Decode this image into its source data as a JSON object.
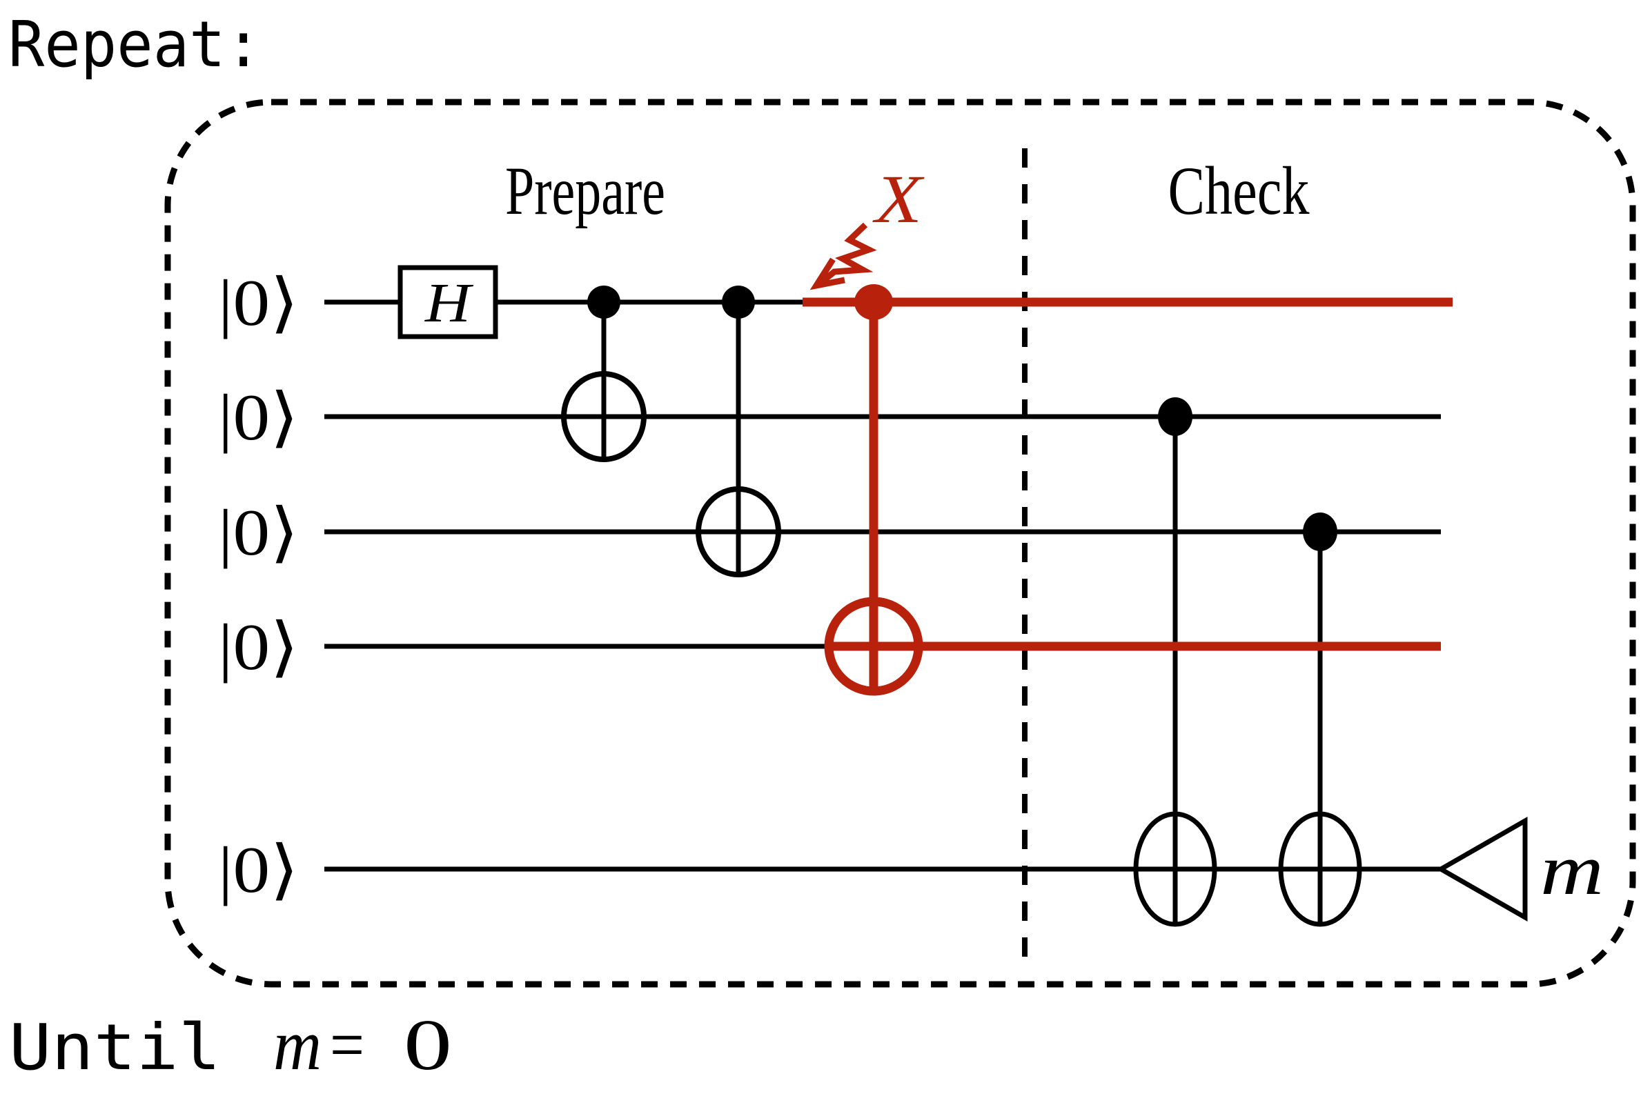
{
  "colors": {
    "ink": "#000000",
    "error_red": "#b8220c",
    "background": "#ffffff"
  },
  "captions": {
    "repeat": "Repeat:",
    "until": "Until",
    "condition_var": "m",
    "condition_eq": "=",
    "condition_val": "0"
  },
  "circuit": {
    "sections": {
      "prepare": "Prepare",
      "check": "Check"
    },
    "error_gate": "X",
    "hadamard_gate": "H",
    "measurement_label": "m",
    "wires": [
      {
        "label": "|0⟩"
      },
      {
        "label": "|0⟩"
      },
      {
        "label": "|0⟩"
      },
      {
        "label": "|0⟩"
      },
      {
        "label": "|0⟩"
      }
    ]
  }
}
